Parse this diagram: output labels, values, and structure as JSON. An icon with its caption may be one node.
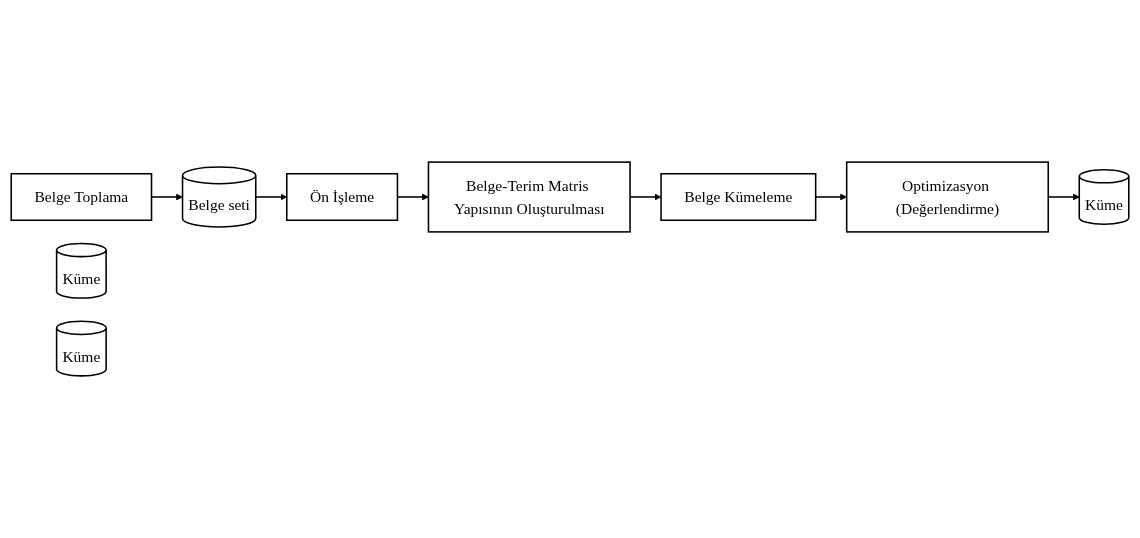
{
  "diagram": {
    "nodes": [
      {
        "text": [
          "Belge Toplama"
        ]
      },
      {
        "text": [
          "Belge seti"
        ]
      },
      {
        "text": [
          "Ön İşleme"
        ]
      },
      {
        "text": [
          "Belge-Terim Matris Yapısının Oluşturulması"
        ]
      },
      {
        "text": [
          "Belge Kümeleme"
        ]
      },
      {
        "text": [
          "Optimizasyon (Değerlendirme)"
        ]
      },
      {
        "text": [
          "Küme"
        ]
      },
      {
        "text": [
          "Küme"
        ]
      },
      {
        "text": [
          "Küme"
        ]
      }
    ],
    "edges": [
      {
        "from": 0,
        "to": 1,
        "arrow": "to"
      },
      {
        "from": 1,
        "to": 2,
        "arrow": "to"
      },
      {
        "from": 2,
        "to": 3,
        "arrow": "to"
      },
      {
        "from": 3,
        "to": 4,
        "arrow": "to"
      },
      {
        "from": 4,
        "to": 5,
        "arrow": "to"
      },
      {
        "from": 5,
        "to": 6,
        "arrow": "to"
      }
    ]
  }
}
